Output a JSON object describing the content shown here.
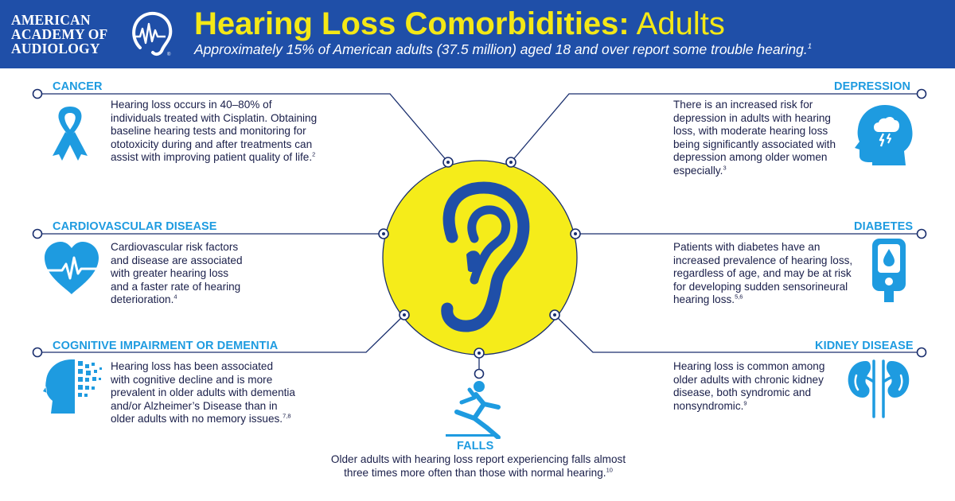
{
  "header": {
    "logo_text_lines": [
      "AMERICAN",
      "ACADEMY OF",
      "AUDIOLOGY"
    ],
    "title_strong": "Hearing Loss Comorbidities:",
    "title_light": "Adults",
    "subtitle": "Approximately 15% of American adults (37.5 million) aged 18 and over report some trouble hearing.",
    "subtitle_ref": "1"
  },
  "colors": {
    "header_bg": "#1f4fa8",
    "title_yellow": "#f4e816",
    "accent_blue": "#1e9be0",
    "navy": "#1a2f6e",
    "circle_yellow": "#f5ec1a"
  },
  "sections": {
    "cancer": {
      "heading": "CANCER",
      "lines": [
        "Hearing loss occurs in 40–80% of",
        "individuals treated with Cisplatin. Obtaining",
        "baseline hearing tests and monitoring for",
        "ototoxicity during and after treatments can",
        "assist with improving patient quality of life."
      ],
      "ref": "2",
      "icon": "ribbon-icon"
    },
    "cardio": {
      "heading": "CARDIOVASCULAR DISEASE",
      "lines": [
        "Cardiovascular risk factors",
        "and disease are associated",
        "with greater hearing loss",
        "and a faster rate of hearing",
        "deterioration."
      ],
      "ref": "4",
      "icon": "heart-pulse-icon"
    },
    "cognitive": {
      "heading": "COGNITIVE IMPAIRMENT OR DEMENTIA",
      "lines": [
        "Hearing loss has been associated",
        "with cognitive decline and is more",
        "prevalent in older adults with dementia",
        "and/or Alzheimer’s Disease than in",
        "older adults with no memory issues."
      ],
      "ref": "7,8",
      "icon": "head-pixels-icon"
    },
    "depression": {
      "heading": "DEPRESSION",
      "lines": [
        "There is an increased risk for",
        "depression in adults with hearing",
        "loss, with moderate hearing loss",
        "being significantly associated with",
        "depression among older women",
        "especially."
      ],
      "ref": "3",
      "icon": "head-storm-icon"
    },
    "diabetes": {
      "heading": "DIABETES",
      "lines": [
        "Patients with diabetes have an",
        "increased prevalence of hearing loss,",
        "regardless of age, and may be at risk",
        "for developing sudden sensorineural",
        "hearing loss."
      ],
      "ref": "5,6",
      "icon": "glucose-meter-icon"
    },
    "kidney": {
      "heading": "KIDNEY DISEASE",
      "lines": [
        "Hearing loss is common among",
        "older adults with chronic kidney",
        "disease, both syndromic and",
        "nonsyndromic."
      ],
      "ref": "9",
      "icon": "kidneys-icon"
    },
    "falls": {
      "heading": "FALLS",
      "lines": [
        "Older adults with hearing loss report experiencing falls almost",
        "three times more often than those with normal hearing."
      ],
      "ref": "10",
      "icon": "falling-person-icon"
    }
  }
}
